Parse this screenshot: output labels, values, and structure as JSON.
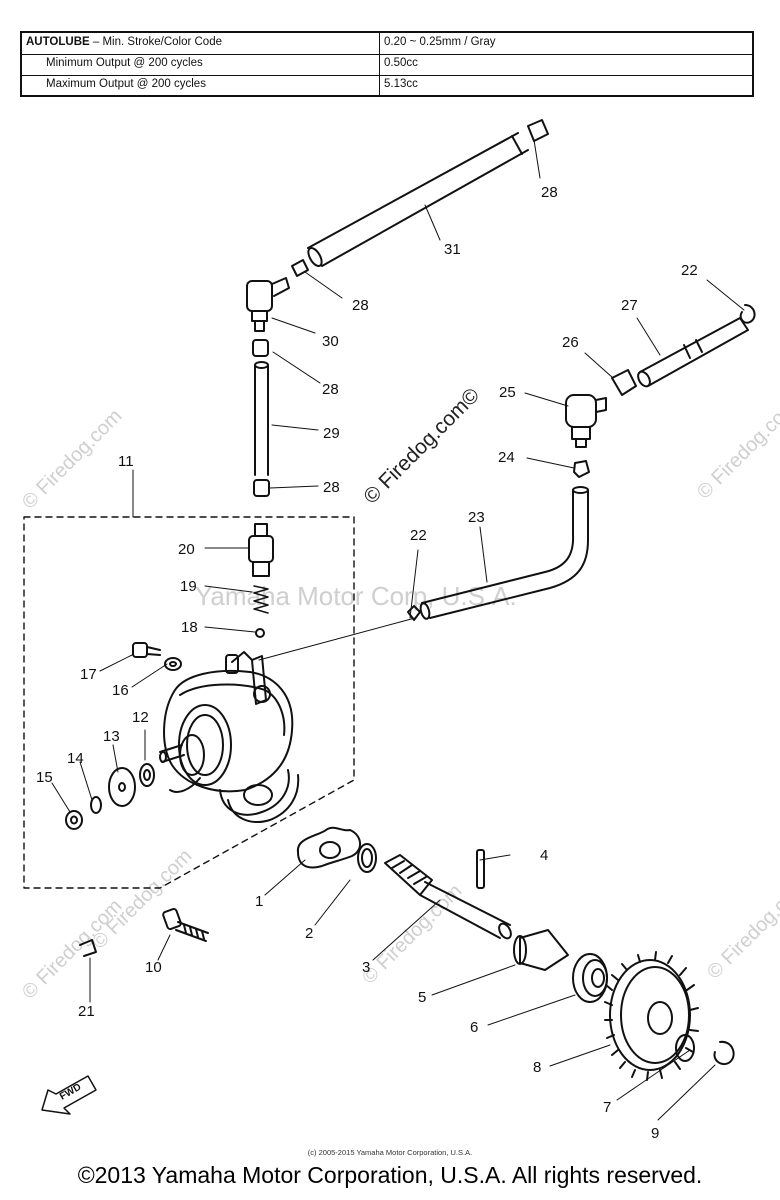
{
  "spec_table": {
    "rows": [
      {
        "key": "AUTOLUBE",
        "rest": " – Min. Stroke/Color Code",
        "value": "0.20 ~ 0.25mm / Gray"
      },
      {
        "label": "Minimum Output @ 200 cycles",
        "value": "0.50cc"
      },
      {
        "label": "Maximum Output @ 200 cycles",
        "value": "5.13cc"
      }
    ]
  },
  "callouts": [
    "1",
    "2",
    "3",
    "4",
    "5",
    "6",
    "7",
    "8",
    "9",
    "10",
    "11",
    "12",
    "13",
    "14",
    "15",
    "16",
    "17",
    "18",
    "19",
    "20",
    "21",
    "22",
    "23",
    "24",
    "25",
    "26",
    "27",
    "28",
    "29",
    "30",
    "31"
  ],
  "watermarks": {
    "center": "© Firedog.com©",
    "yamaha": "Yamaha Motor Corp, U.S.A.",
    "firedog": "© Firedog.com"
  },
  "fwd_label": "FWD",
  "footer": {
    "small": "(c) 2005-2015 Yamaha Motor Corporation, U.S.A.",
    "main": "©2013 Yamaha Motor Corporation, U.S.A. All rights reserved."
  }
}
